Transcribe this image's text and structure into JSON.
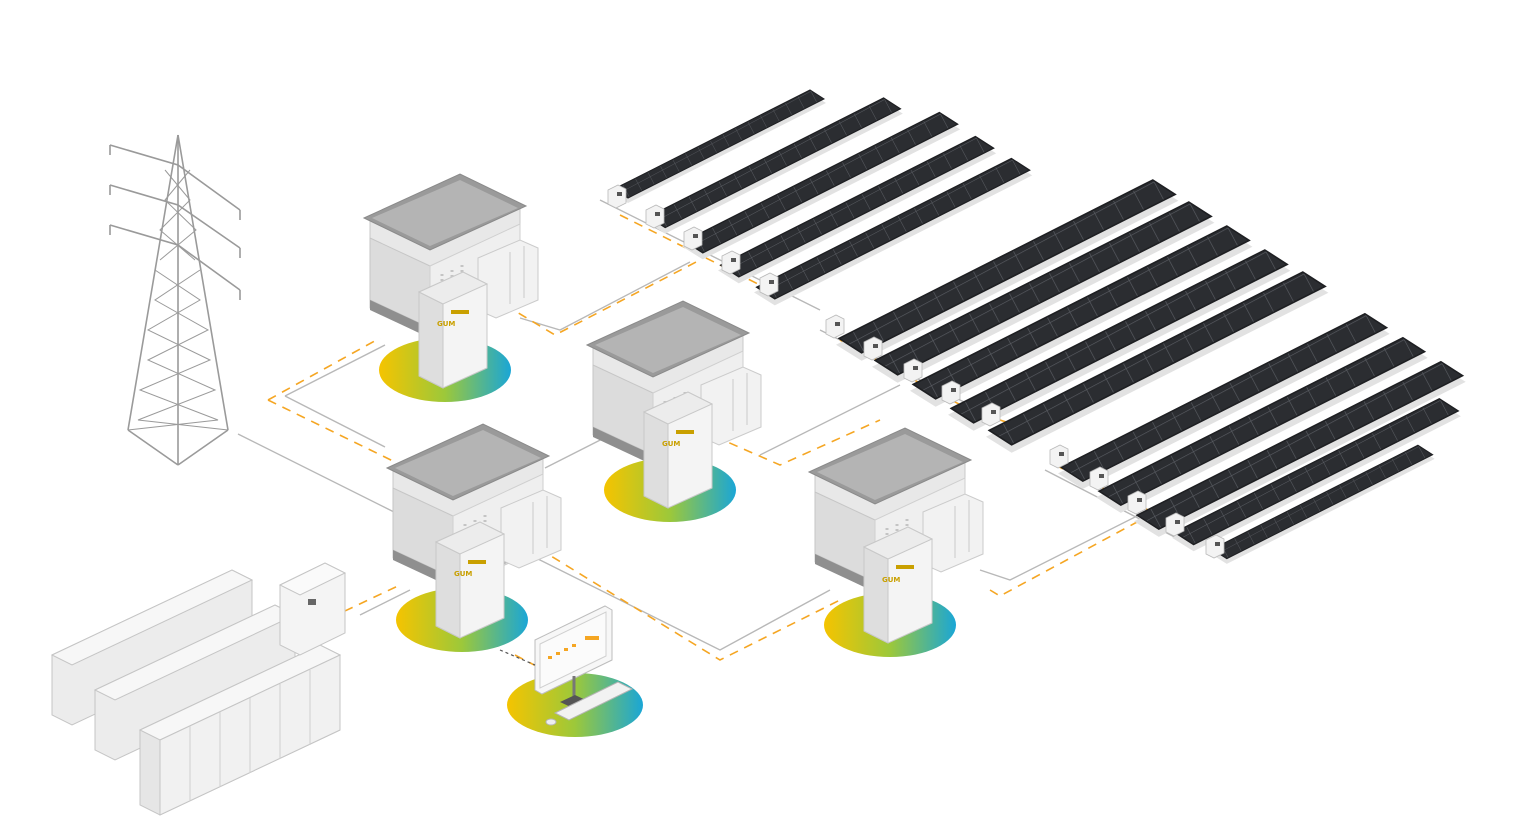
{
  "brand": {
    "logo_text": "GUM",
    "unit_caption": "."
  },
  "colors": {
    "background": "#ffffff",
    "ac_line": "#b8b8b8",
    "data_line": "#f5a623",
    "panel_dark": "#2b2d31",
    "panel_grid": "#5a5d63",
    "panel_frame": "#e6e6e6",
    "housing_light": "#eeeeee",
    "housing_mid": "#d6d6d6",
    "housing_dark": "#bdbdbd",
    "roof": "#8f8f8f",
    "tower": "#9a9a9a",
    "gradient_start": "#f5c400",
    "gradient_mid": "#9cc83a",
    "gradient_end": "#1aa6d6"
  },
  "diagram": {
    "substations": [
      {
        "id": "substation-1"
      },
      {
        "id": "substation-2"
      },
      {
        "id": "substation-3"
      },
      {
        "id": "substation-4"
      }
    ],
    "pv_blocks": [
      {
        "id": "pv-block-top",
        "rows": 5
      },
      {
        "id": "pv-block-middle",
        "rows": 5
      },
      {
        "id": "pv-block-right",
        "rows": 5
      }
    ],
    "components": [
      "transmission-tower",
      "battery-storage",
      "control-workstation"
    ]
  }
}
